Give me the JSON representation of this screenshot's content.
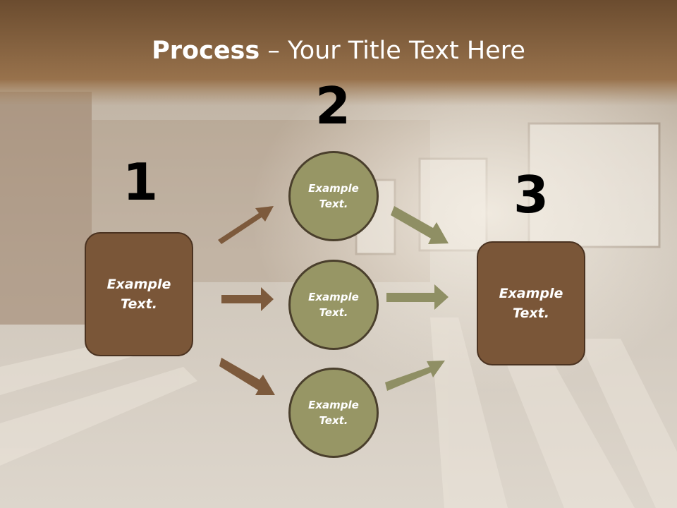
{
  "title": {
    "bold": "Process",
    "rest": " – Your Title Text Here"
  },
  "steps": {
    "one": {
      "number": "1",
      "text": "Example\nText."
    },
    "two": {
      "number": "2"
    },
    "three": {
      "number": "3",
      "text": "Example\nText."
    }
  },
  "circles": [
    {
      "text": "Example\nText."
    },
    {
      "text": "Example\nText."
    },
    {
      "text": "Example\nText."
    }
  ],
  "colors": {
    "box_fill": "#7a5638",
    "circle_fill": "#979665",
    "left_arrow": "#7d5a3c",
    "right_arrow": "#8f8f64"
  }
}
